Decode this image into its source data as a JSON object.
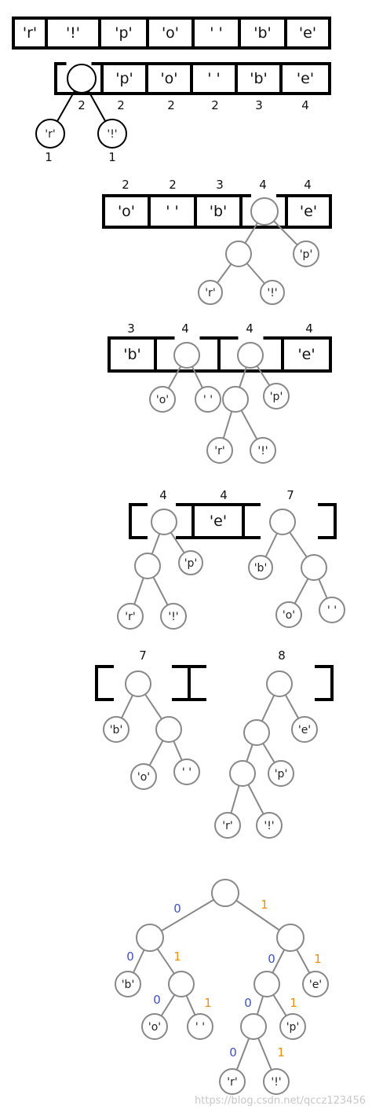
{
  "colors": {
    "ink": "#000000",
    "node_gray": "#888888",
    "zero_bit": "#3f51c8",
    "one_bit": "#f0900a",
    "watermark": "#c8c8c8"
  },
  "watermark": "https://blog.csdn.net/qccz123456",
  "steps": [
    {
      "cells": [
        "'r'",
        "'!'",
        "'p'",
        "'o'",
        "' '",
        "'b'",
        "'e'"
      ],
      "nodes": [],
      "edges": [],
      "weights": []
    },
    {
      "cells": [
        "",
        "'p'",
        "'o'",
        "' '",
        "'b'",
        "'e'"
      ],
      "nodes": [
        "",
        "'r'",
        "'!'"
      ],
      "edges": [
        [
          0,
          1
        ],
        [
          0,
          2
        ]
      ],
      "weights": [
        "2",
        "2",
        "2",
        "2",
        "3",
        "4",
        "1",
        "1"
      ]
    },
    {
      "cells": [
        "'o'",
        "' '",
        "'b'",
        "",
        "'e'"
      ],
      "nodes": [
        "",
        "",
        "'p'",
        "'r'",
        "'!'"
      ],
      "edges": [
        [
          0,
          1
        ],
        [
          0,
          2
        ],
        [
          1,
          3
        ],
        [
          1,
          4
        ]
      ],
      "weights": [
        "2",
        "2",
        "3",
        "4",
        "4"
      ]
    },
    {
      "cells": [
        "'b'",
        "",
        "",
        "'e'"
      ],
      "nodes": [
        "",
        "'o'",
        "' '",
        "",
        "",
        "'p'",
        "'r'",
        "'!'"
      ],
      "edges": [
        [
          0,
          1
        ],
        [
          0,
          2
        ],
        [
          3,
          4
        ],
        [
          3,
          5
        ],
        [
          4,
          6
        ],
        [
          4,
          7
        ]
      ],
      "weights": [
        "3",
        "4",
        "4",
        "4"
      ]
    },
    {
      "cells": [
        "",
        "'e'",
        ""
      ],
      "nodes": [
        "",
        "",
        "'p'",
        "'r'",
        "'!'",
        "",
        "'b'",
        "",
        "'o'",
        "' '"
      ],
      "edges": [
        [
          0,
          1
        ],
        [
          0,
          2
        ],
        [
          1,
          3
        ],
        [
          1,
          4
        ],
        [
          5,
          6
        ],
        [
          5,
          7
        ],
        [
          7,
          8
        ],
        [
          7,
          9
        ]
      ],
      "weights": [
        "4",
        "4",
        "7"
      ]
    },
    {
      "cells": [
        "",
        ""
      ],
      "nodes": [
        "",
        "'b'",
        "",
        "'o'",
        "' '",
        "",
        "",
        "'e'",
        "",
        "'p'",
        "'r'",
        "'!'"
      ],
      "edges": [
        [
          0,
          1
        ],
        [
          0,
          2
        ],
        [
          2,
          3
        ],
        [
          2,
          4
        ],
        [
          5,
          6
        ],
        [
          5,
          7
        ],
        [
          6,
          8
        ],
        [
          6,
          9
        ],
        [
          8,
          10
        ],
        [
          8,
          11
        ]
      ],
      "weights": [
        "7",
        "8"
      ]
    },
    {
      "cells": [],
      "nodes": [
        "",
        "",
        "",
        "'b'",
        "",
        "'o'",
        "' '",
        "",
        "'e'",
        "",
        "'p'",
        "'r'",
        "'!'"
      ],
      "edges": [
        [
          0,
          1
        ],
        [
          0,
          2
        ],
        [
          1,
          3
        ],
        [
          1,
          4
        ],
        [
          4,
          5
        ],
        [
          4,
          6
        ],
        [
          2,
          7
        ],
        [
          2,
          8
        ],
        [
          7,
          9
        ],
        [
          7,
          10
        ],
        [
          9,
          11
        ],
        [
          9,
          12
        ]
      ],
      "weights": [],
      "bits": [
        "0",
        "1",
        "0",
        "1",
        "0",
        "1",
        "0",
        "1",
        "0",
        "1",
        "0",
        "1"
      ]
    }
  ]
}
